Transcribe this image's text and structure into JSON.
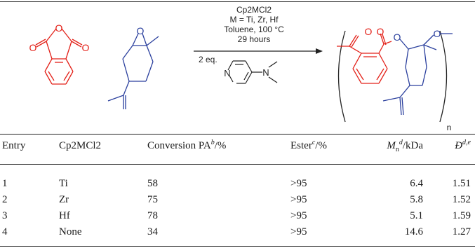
{
  "scheme": {
    "reagent": {
      "catalyst": "Cp2MCl2",
      "metals": "M = Ti, Zr, Hf",
      "solvent_temp": "Toluene, 100 °C",
      "time": "29 hours",
      "additive_equiv": "2 eq."
    },
    "atoms": {
      "O": "O",
      "N": "N"
    },
    "repeat_index": "n"
  },
  "table": {
    "headers": {
      "entry": "Entry",
      "catalyst": "Cp2MCl2",
      "conversion": "Conversion PA",
      "conversion_sup": "b",
      "conversion_unit": "/%",
      "ester": "Ester",
      "ester_sup": "c",
      "ester_unit": "/%",
      "mn_symbol": "M",
      "mn_sub": "n",
      "mn_sup": "d",
      "mn_unit": "/kDa",
      "dispersity": "Đ",
      "dispersity_sup": "d,e"
    },
    "rows": [
      {
        "entry": "1",
        "metal": "Ti",
        "conversion": "58",
        "ester": ">95",
        "mn": "6.4",
        "dispersity": "1.51"
      },
      {
        "entry": "2",
        "metal": "Zr",
        "conversion": "75",
        "ester": ">95",
        "mn": "5.8",
        "dispersity": "1.52"
      },
      {
        "entry": "3",
        "metal": "Hf",
        "conversion": "78",
        "ester": ">95",
        "mn": "5.1",
        "dispersity": "1.59"
      },
      {
        "entry": "4",
        "metal": "None",
        "conversion": "34",
        "ester": ">95",
        "mn": "14.6",
        "dispersity": "1.27"
      }
    ]
  }
}
